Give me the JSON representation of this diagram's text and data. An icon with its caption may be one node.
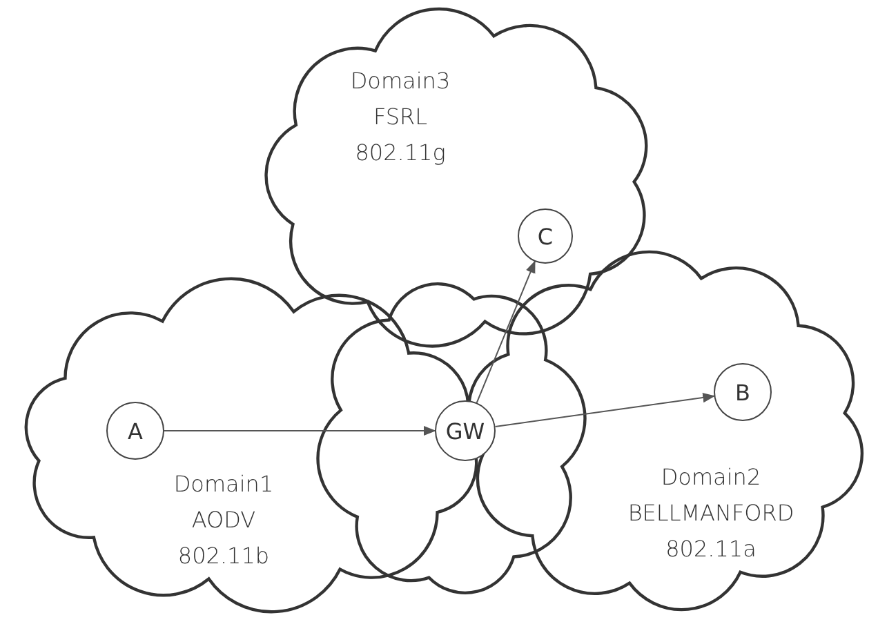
{
  "diagram": {
    "nodes": [
      {
        "text": [
          "Domain3 FSRL 802.11g"
        ]
      },
      {
        "text": [
          "Domain1 AODV 802.11b"
        ]
      },
      {
        "text": [
          "Domain2 BELLMANFORD 802.11a"
        ]
      },
      {
        "text": [],
        "shape": "cloud"
      },
      {
        "text": [
          "A"
        ],
        "in": 1
      },
      {
        "text": [
          "GW"
        ],
        "in": 3
      },
      {
        "text": [
          "C"
        ],
        "in": 0
      },
      {
        "text": [
          "B"
        ],
        "in": 2
      }
    ],
    "edges": [
      {
        "from": 4,
        "to": 5,
        "arrow": "to"
      },
      {
        "from": 5,
        "to": 6,
        "arrow": "to"
      },
      {
        "from": 5,
        "to": 7,
        "arrow": "to"
      }
    ]
  }
}
